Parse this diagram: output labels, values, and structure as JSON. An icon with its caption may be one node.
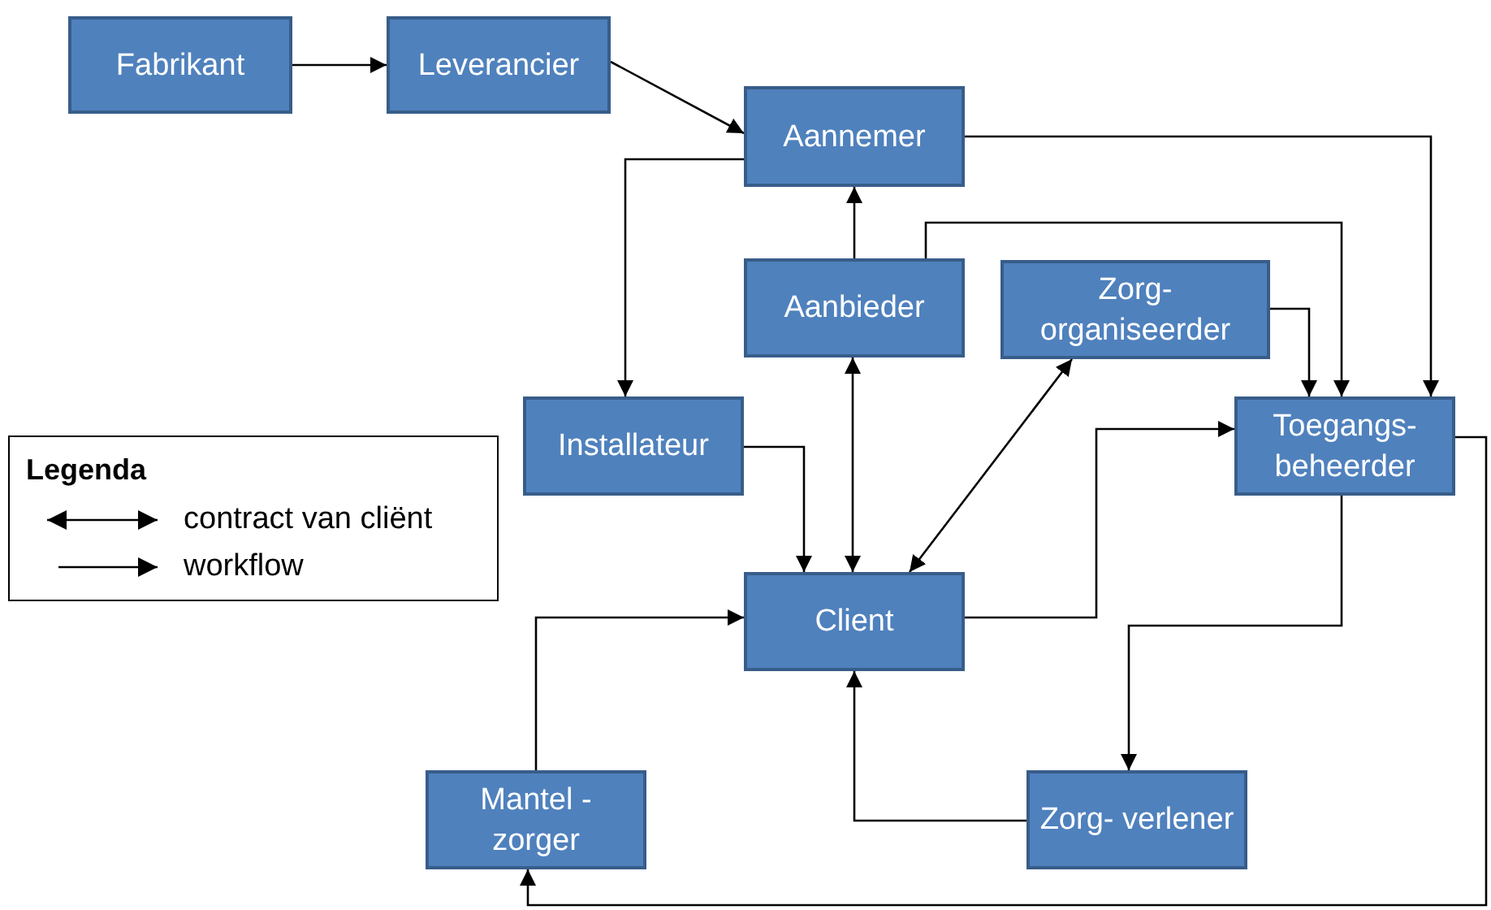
{
  "diagram": {
    "nodes": [
      {
        "text": [
          "Fabrikant"
        ]
      },
      {
        "text": [
          "Leverancier"
        ]
      },
      {
        "text": [
          "Aannemer"
        ]
      },
      {
        "text": [
          "Aanbieder"
        ]
      },
      {
        "text": [
          "Zorg- organiseerder"
        ]
      },
      {
        "text": [
          "Installateur"
        ]
      },
      {
        "text": [
          "Toegangs- beheerder"
        ]
      },
      {
        "text": [
          "Client"
        ]
      },
      {
        "text": [
          "Mantel - zorger"
        ]
      },
      {
        "text": [
          "Zorg- verlener"
        ]
      }
    ],
    "edges": [
      {
        "from": 0,
        "to": 1,
        "arrow": "to"
      },
      {
        "from": 1,
        "to": 2,
        "arrow": "to"
      },
      {
        "from": 2,
        "to": 5,
        "arrow": "to"
      },
      {
        "from": 3,
        "to": 2,
        "arrow": "to"
      },
      {
        "from": 3,
        "to": 6,
        "arrow": "to"
      },
      {
        "from": 2,
        "to": 6,
        "arrow": "to"
      },
      {
        "from": 4,
        "to": 6,
        "arrow": "to"
      },
      {
        "from": 3,
        "to": 7,
        "arrow": "both"
      },
      {
        "from": 4,
        "to": 7,
        "arrow": "both"
      },
      {
        "from": 5,
        "to": 7,
        "arrow": "to"
      },
      {
        "from": 7,
        "to": 6,
        "arrow": "to"
      },
      {
        "from": 6,
        "to": 9,
        "arrow": "to"
      },
      {
        "from": 9,
        "to": 7,
        "arrow": "to"
      },
      {
        "from": 8,
        "to": 7,
        "arrow": "to"
      },
      {
        "from": 6,
        "to": 8,
        "arrow": "to"
      }
    ],
    "labels": [
      "Legenda"
    ],
    "legend": [
      {
        "text": "contract van cliënt"
      },
      {
        "text": "workflow"
      }
    ]
  }
}
